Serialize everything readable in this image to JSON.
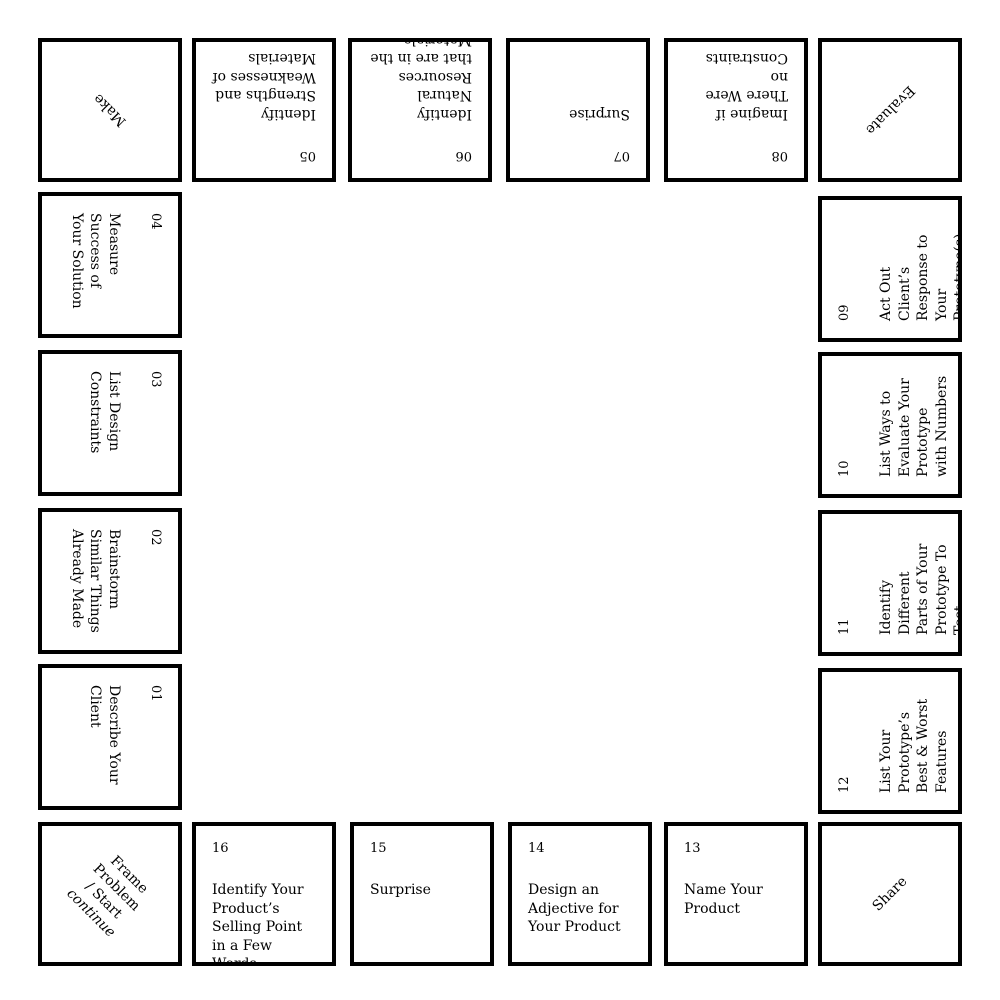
{
  "corners": {
    "start": {
      "lines": [
        "Frame",
        "Problem",
        "/ Start"
      ],
      "sub": "continue"
    },
    "make": {
      "label": "Make"
    },
    "evaluate": {
      "label": "Evaluate"
    },
    "share": {
      "label": "Share"
    }
  },
  "left_tiles": [
    {
      "num": "04",
      "label": "Measure Success of Your Solution"
    },
    {
      "num": "03",
      "label": "List Design Constraints"
    },
    {
      "num": "02",
      "label": "Brainstorm Similar Things Already Made"
    },
    {
      "num": "01",
      "label": "Describe Your Client"
    }
  ],
  "top_tiles": [
    {
      "num": "05",
      "label": "Identify Strengths and Weaknesses of Materials"
    },
    {
      "num": "06",
      "label": "Identify Natural Resources that are in the Materials"
    },
    {
      "num": "07",
      "label": "Surprise"
    },
    {
      "num": "08",
      "label": "Imagine if There Were no Constraints"
    }
  ],
  "right_tiles": [
    {
      "num": "09",
      "label": "Act Out Client’s Response to Your Prototype(s)"
    },
    {
      "num": "10",
      "label": "List Ways to Evaluate Your Prototype with Numbers"
    },
    {
      "num": "11",
      "label": "Identify Different Parts of Your Prototype To Test"
    },
    {
      "num": "12",
      "label": "List Your Prototype’s Best & Worst Features"
    }
  ],
  "bottom_tiles": [
    {
      "num": "16",
      "label": "Identify Your Product’s Selling Point in a Few Words"
    },
    {
      "num": "15",
      "label": "Surprise"
    },
    {
      "num": "14",
      "label": "Design an Adjective for Your Product"
    },
    {
      "num": "13",
      "label": "Name Your Product"
    }
  ]
}
